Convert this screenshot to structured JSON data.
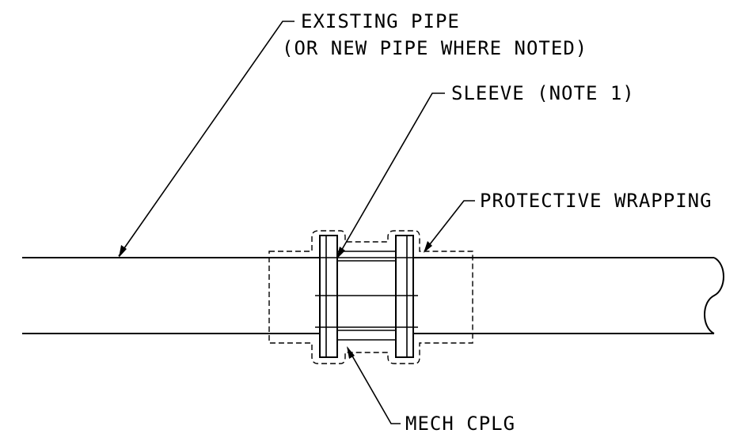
{
  "labels": {
    "existing_pipe_line1": "EXISTING PIPE",
    "existing_pipe_line2": "(OR NEW PIPE WHERE NOTED)",
    "sleeve": "SLEEVE (NOTE 1)",
    "protective_wrapping": "PROTECTIVE WRAPPING",
    "mech_cplg": "MECH CPLG"
  }
}
